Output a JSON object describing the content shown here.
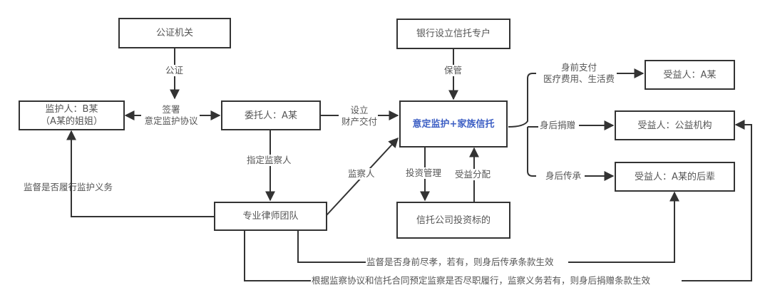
{
  "nodes": {
    "notary": "公证机关",
    "guardian_line1": "监护人：B某",
    "guardian_line2": "（A某的姐姐）",
    "settlor": "委托人：A某",
    "trust": "意定监护+家族信托",
    "bank": "银行设立信托专户",
    "lawyer": "专业律师团队",
    "investment": "信托公司投资标的",
    "beneficiary_self": "受益人：A某",
    "beneficiary_charity": "受益人：公益机构",
    "beneficiary_heirs": "受益人：A某的后辈"
  },
  "edges": {
    "notarize": "公证",
    "sign_line1": "签署",
    "sign_line2": "意定监护协议",
    "establish_line1": "设立",
    "establish_line2": "财产交付",
    "custody": "保管",
    "appoint_supervisor": "指定监察人",
    "supervisor": "监察人",
    "invest_manage": "投资管理",
    "benefit_distribute": "受益分配",
    "supervise_guardian": "监督是否履行监护义务",
    "living_pay_line1": "身前支付",
    "living_pay_line2": "医疗费用、生活费",
    "posthumous_donation": "身后捐赠",
    "posthumous_inherit": "身后传承",
    "filial_condition": "监督是否身前尽孝，若有，则身后传承条款生效",
    "duty_condition": "根据监察协议和信托合同预定监察是否尽职履行，监察义务若有，则身后捐赠条款生效"
  },
  "colors": {
    "line": "#333333",
    "text": "#555555",
    "accent": "#3d5fc4"
  }
}
